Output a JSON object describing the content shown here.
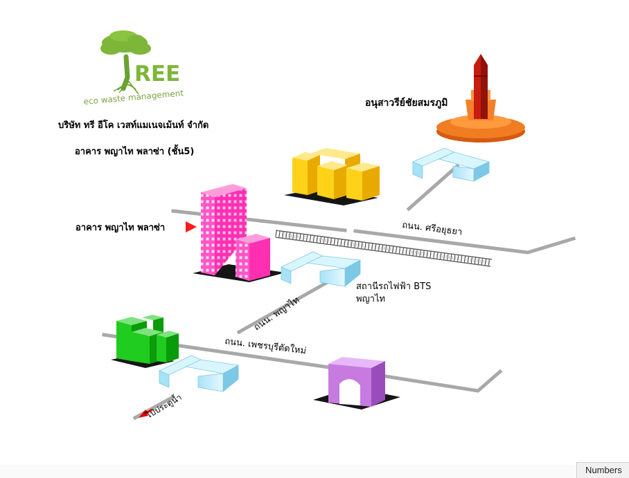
{
  "logo": {
    "brand": "REE",
    "tagline": "eco waste management"
  },
  "header": {
    "company": "บริษัท ทรี อีโค เวสท์แมเนจเม้นท์ จำกัด",
    "building": "อาคาร พญาไท พลาซ่า (ชั้น5)"
  },
  "map": {
    "monument": "อนุสาวรีย์ชัยสมรภูมิ",
    "building_marker": "อาคาร พญาไท พลาซ่า",
    "road_sri_ayutthaya": "ถนน. ศรีอยุธยา",
    "road_phaya_thai": "ถนน. พญาไท",
    "road_phetchaburi": "ถนน. เพชรบุรีตัดใหม่",
    "bts_line1": "สถานีรถไฟฟ้า BTS",
    "bts_line2": "พญาไท",
    "direction_pratunam": "ไปประตูน้ำ"
  },
  "colors": {
    "road": "#a8a8a8",
    "yellow_building": "#ffd21a",
    "pink_building": "#ff55c6",
    "green_building": "#1fcc1f",
    "purple_building": "#c77be0",
    "monument": "#c81d0e",
    "monument_base": "#f07d22",
    "overpass": "#a8e2f6",
    "marker": "#ff1a1a"
  },
  "taskbar": {
    "label": "Numbers"
  }
}
